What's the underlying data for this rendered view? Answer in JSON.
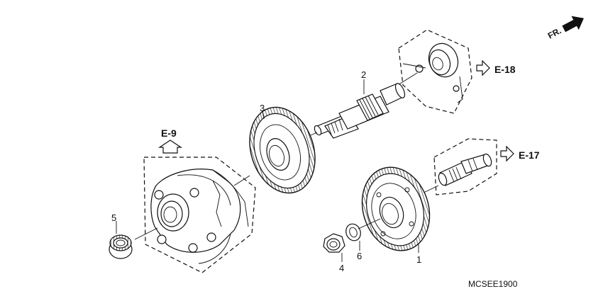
{
  "parts": [
    {
      "number": "1",
      "name": "gear"
    },
    {
      "number": "2",
      "name": "shaft"
    },
    {
      "number": "3",
      "name": "gear"
    },
    {
      "number": "4",
      "name": "nut"
    },
    {
      "number": "5",
      "name": "nut"
    },
    {
      "number": "6",
      "name": "washer"
    }
  ],
  "references": {
    "e9": "E-9",
    "e17": "E-17",
    "e18": "E-18"
  },
  "direction": {
    "label": "FR."
  },
  "diagram_code": "MCSEE1900"
}
